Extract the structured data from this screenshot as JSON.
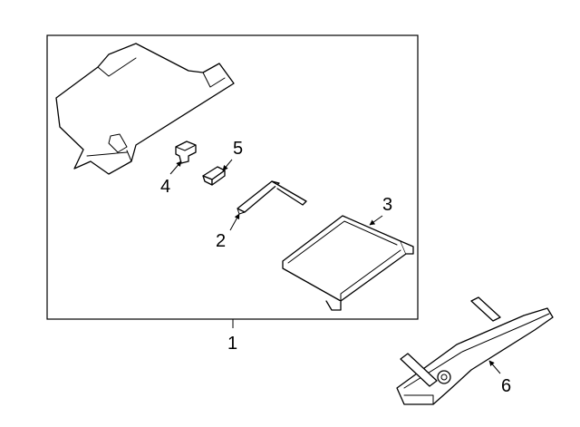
{
  "callouts": {
    "c1": "1",
    "c2": "2",
    "c3": "3",
    "c4": "4",
    "c5": "5",
    "c6": "6"
  },
  "style": {
    "line_color": "#000000",
    "background": "#ffffff"
  }
}
